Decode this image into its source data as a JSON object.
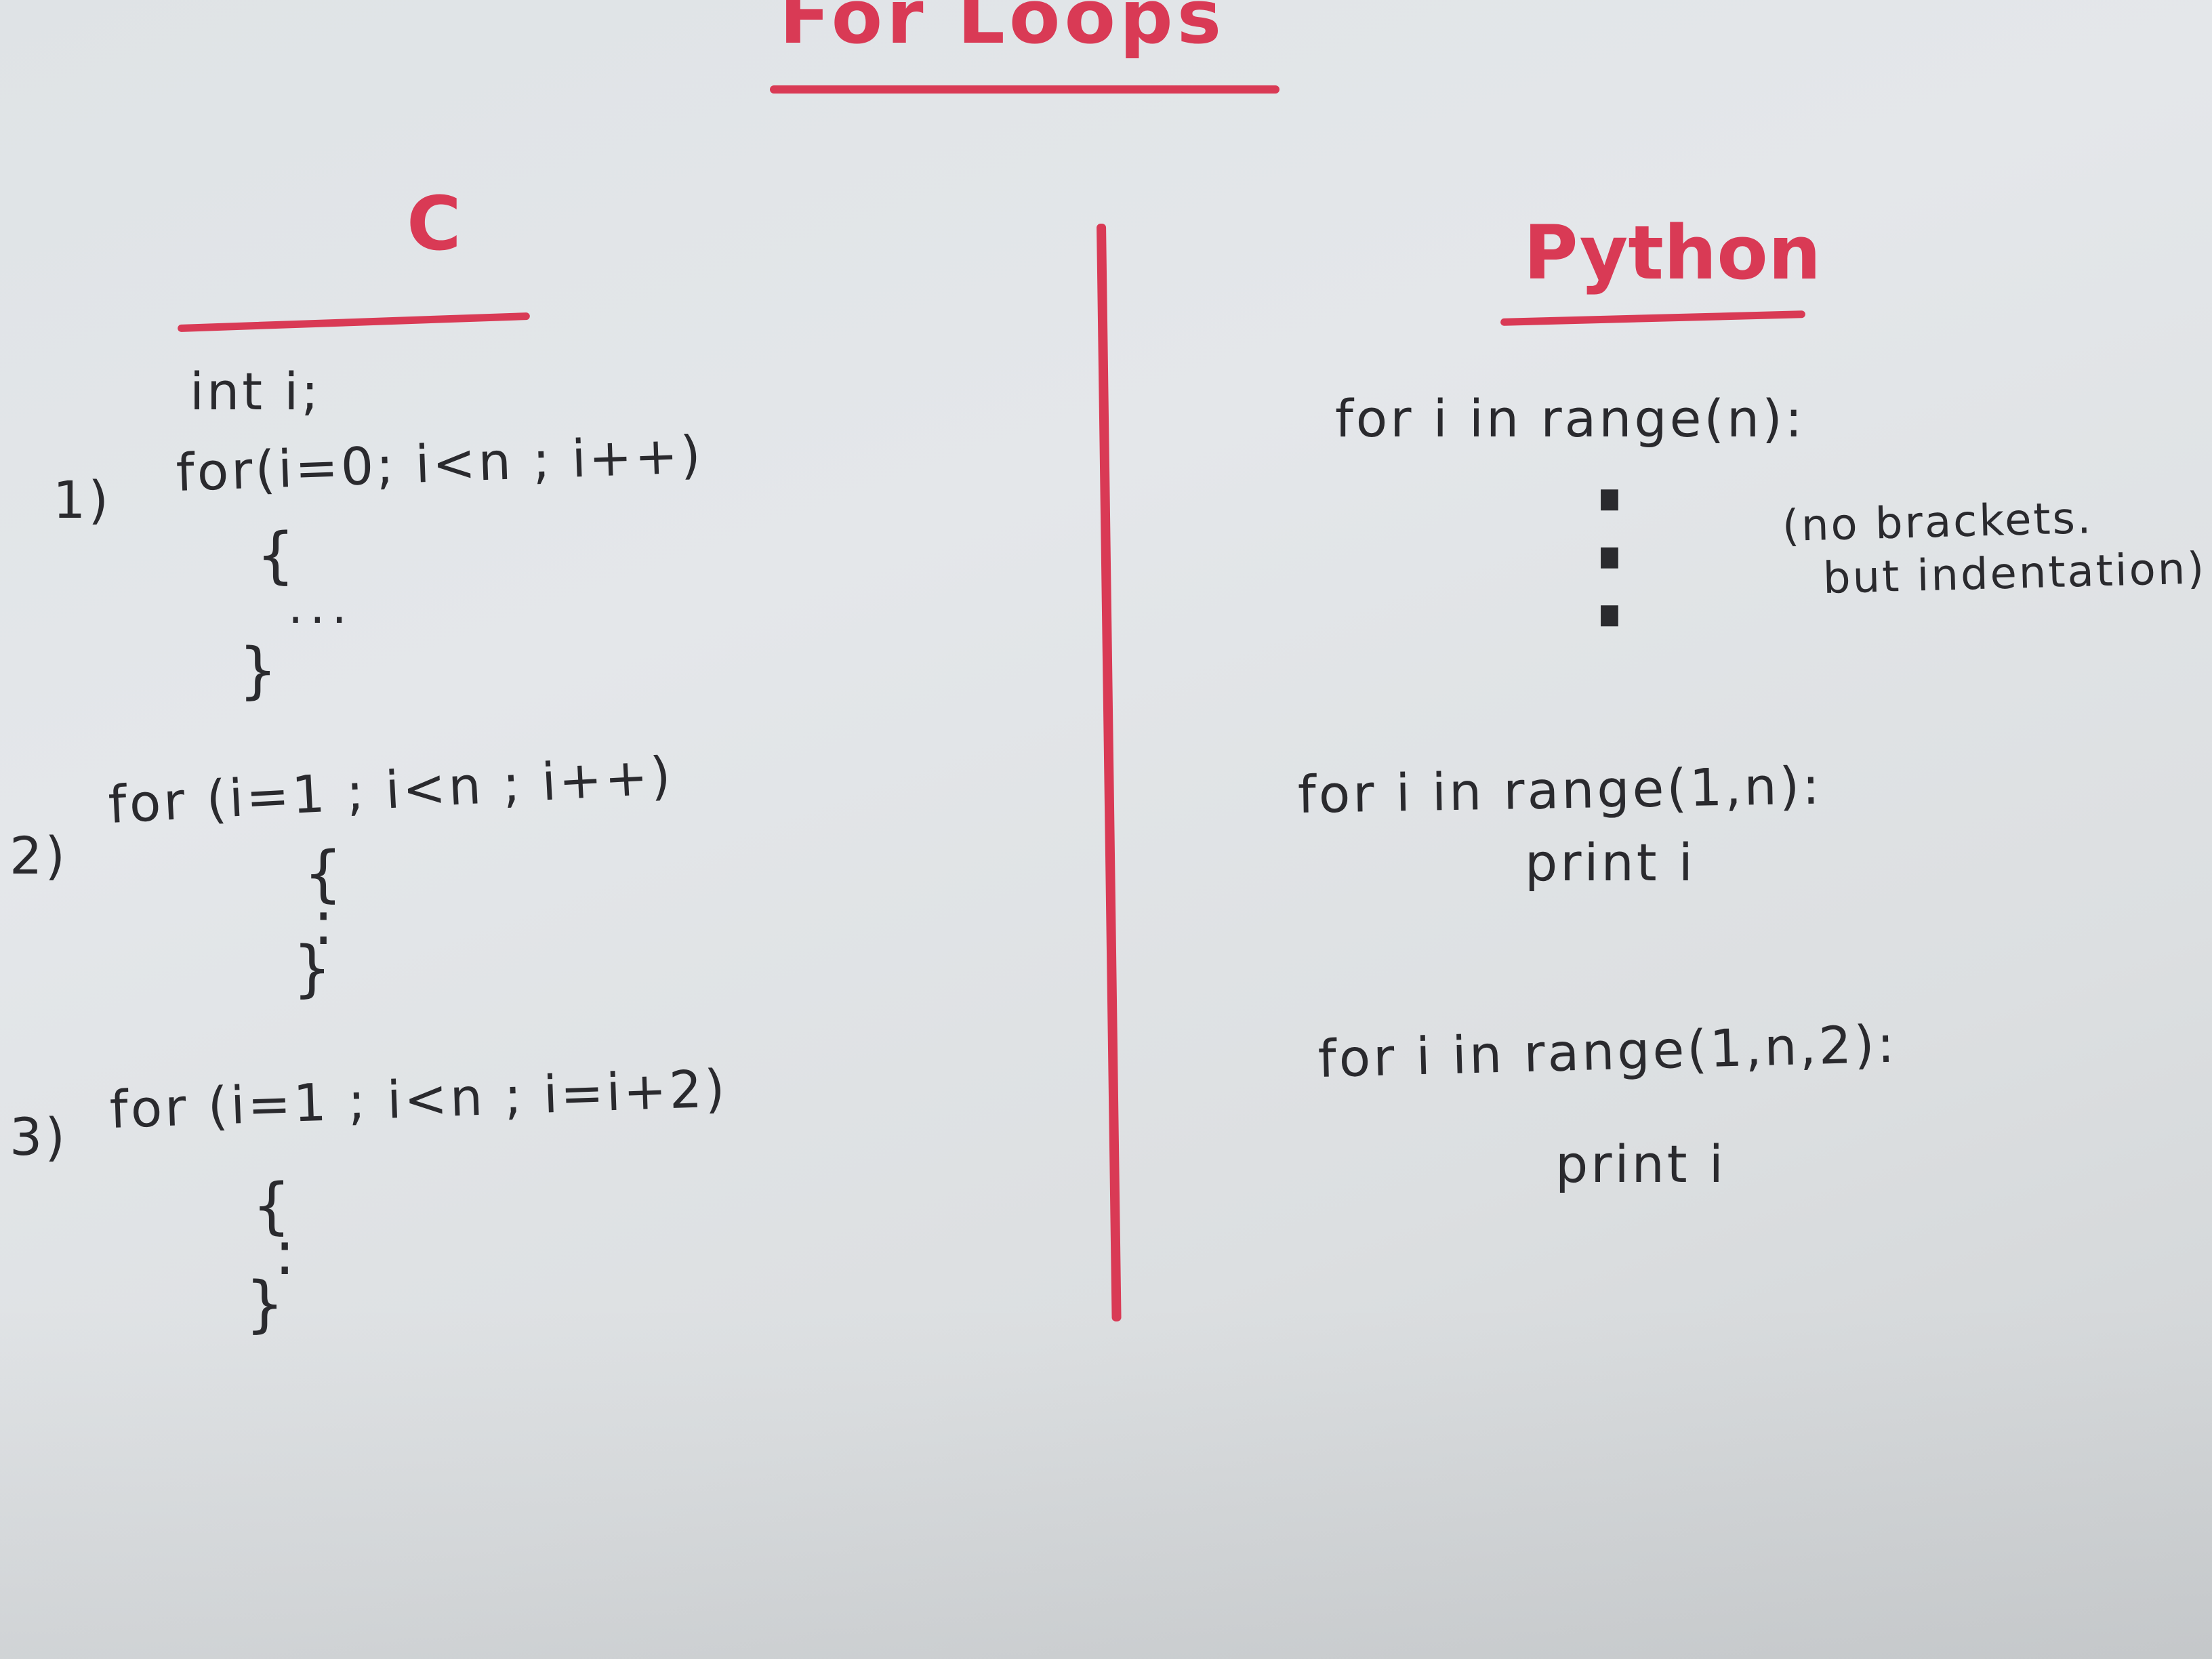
{
  "title": "For Loops",
  "c_column": {
    "heading": "C",
    "declaration": "int i;",
    "examples": [
      {
        "number": "1)",
        "header": "for(i=0; i<n ; i++)",
        "open": "{",
        "body": "...",
        "close": "}"
      },
      {
        "number": "2)",
        "header": "for (i=1 ; i<n ; i++)",
        "open": "{",
        "body": ":",
        "close": "}"
      },
      {
        "number": "3)",
        "header": "for (i=1 ; i<n ; i=i+2)",
        "open": "{",
        "body": ":",
        "close": "}"
      }
    ]
  },
  "python_column": {
    "heading": "Python",
    "examples": [
      {
        "header": "for i in range(n):",
        "body": "⋮",
        "note_line1": "(no brackets.",
        "note_line2": "but indentation)"
      },
      {
        "header": "for i in range(1,n):",
        "body": "print i"
      },
      {
        "header": "for i in range(1,n,2):",
        "body": "print i"
      }
    ]
  },
  "colors": {
    "ink": "#2a2a2e",
    "accent": "#d93a55",
    "paper": "#e2e5e8"
  }
}
